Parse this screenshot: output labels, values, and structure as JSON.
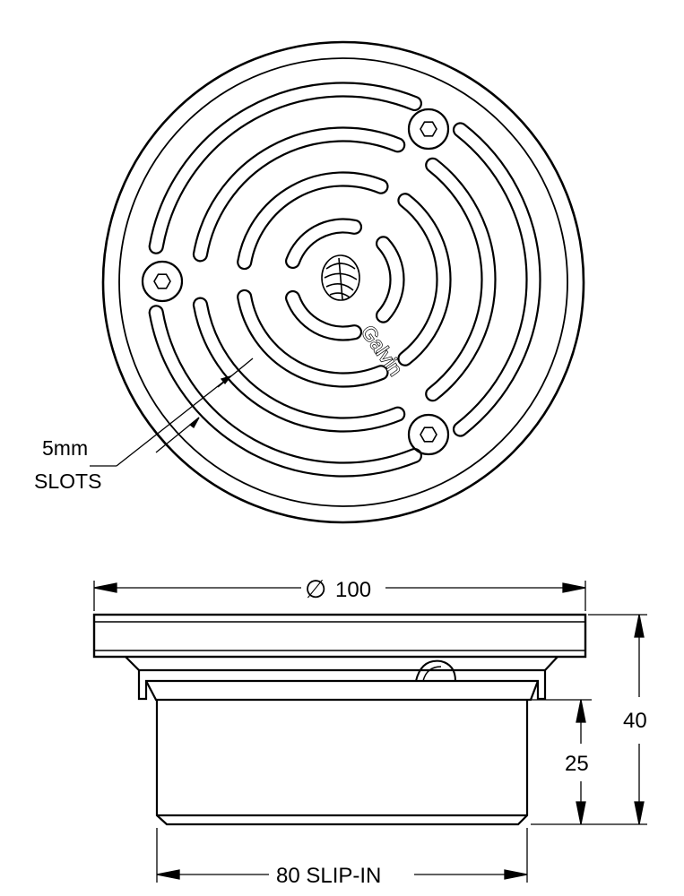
{
  "annotations": {
    "slot_size": "5mm",
    "slot_word": "SLOTS",
    "diameter_symbol": "∅",
    "diameter_value": "100",
    "overall_height": "40",
    "spigot_height": "25",
    "spigot_label": "80 SLIP-IN"
  },
  "brand": "Galvin",
  "colors": {
    "line": "#000000",
    "background": "#ffffff"
  }
}
